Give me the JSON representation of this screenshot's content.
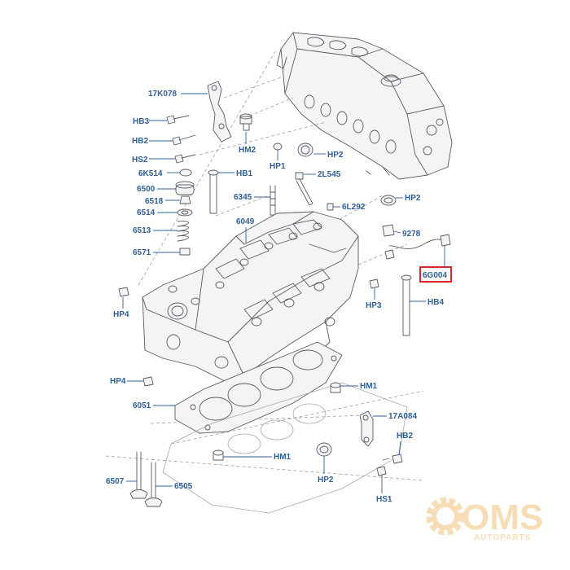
{
  "labels": {
    "17K078": "17K078",
    "HB3": "HB3",
    "HB2_top": "HB2",
    "HS2": "HS2",
    "HM2": "HM2",
    "HP1": "HP1",
    "HP2_top": "HP2",
    "6K514": "6K514",
    "HB1": "HB1",
    "2L545": "2L545",
    "6500": "6500",
    "6518": "6518",
    "6345": "6345",
    "6L292": "6L292",
    "HP2_mid": "HP2",
    "6514": "6514",
    "6049": "6049",
    "6513": "6513",
    "9278": "9278",
    "6571": "6571",
    "6G004": "6G004",
    "HP3": "HP3",
    "HP4_top": "HP4",
    "HB4": "HB4",
    "HP4_low": "HP4",
    "HM1_right": "HM1",
    "6051": "6051",
    "17A084": "17A084",
    "HB2_low": "HB2",
    "HM1_low": "HM1",
    "6507": "6507",
    "6505": "6505",
    "HP2_low": "HP2",
    "HS1": "HS1"
  },
  "highlight_part": "6G004",
  "watermark": {
    "line1": "OMS",
    "line2": "AUTOPARTS"
  },
  "colors": {
    "label": "#2f5f95",
    "highlight": "#d9262b",
    "watermark": "#f2c27a",
    "line": "#555b63"
  }
}
